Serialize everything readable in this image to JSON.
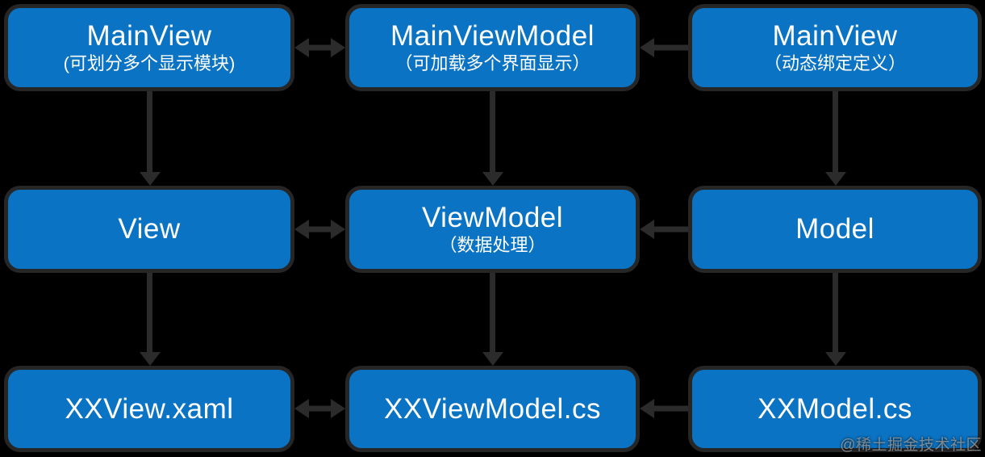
{
  "diagram": {
    "type": "architecture-flowchart",
    "topic": "MVVM",
    "watermark": "@稀土掘金技术社区",
    "colors": {
      "background": "#000000",
      "box_fill": "#0a73c4",
      "box_border": "#262626",
      "arrow": "#2b2b2b",
      "text": "#ffffff"
    },
    "nodes": [
      {
        "id": "mainview",
        "row": 1,
        "col": 1,
        "title": "MainView",
        "subtitle": "(可划分多个显示模块)"
      },
      {
        "id": "mainviewmodel",
        "row": 1,
        "col": 2,
        "title": "MainViewModel",
        "subtitle": "（可加载多个界面显示）"
      },
      {
        "id": "mainview-binding",
        "row": 1,
        "col": 3,
        "title": "MainView",
        "subtitle": "（动态绑定定义）"
      },
      {
        "id": "view",
        "row": 2,
        "col": 1,
        "title": "View",
        "subtitle": ""
      },
      {
        "id": "viewmodel",
        "row": 2,
        "col": 2,
        "title": "ViewModel",
        "subtitle": "（数据处理）"
      },
      {
        "id": "model",
        "row": 2,
        "col": 3,
        "title": "Model",
        "subtitle": ""
      },
      {
        "id": "xxview-xaml",
        "row": 3,
        "col": 1,
        "title": "XXView.xaml",
        "subtitle": ""
      },
      {
        "id": "xxviewmodel-cs",
        "row": 3,
        "col": 2,
        "title": "XXViewModel.cs",
        "subtitle": ""
      },
      {
        "id": "xxmodel-cs",
        "row": 3,
        "col": 3,
        "title": "XXModel.cs",
        "subtitle": ""
      }
    ],
    "edges": [
      {
        "from": "mainview",
        "to": "mainviewmodel",
        "type": "bidirectional-horizontal"
      },
      {
        "from": "mainview-binding",
        "to": "mainviewmodel",
        "type": "arrow-left"
      },
      {
        "from": "view",
        "to": "viewmodel",
        "type": "bidirectional-horizontal"
      },
      {
        "from": "model",
        "to": "viewmodel",
        "type": "arrow-left"
      },
      {
        "from": "xxview-xaml",
        "to": "xxviewmodel-cs",
        "type": "bidirectional-horizontal"
      },
      {
        "from": "xxmodel-cs",
        "to": "xxviewmodel-cs",
        "type": "arrow-left"
      },
      {
        "from": "mainview",
        "to": "view",
        "type": "arrow-down"
      },
      {
        "from": "mainviewmodel",
        "to": "viewmodel",
        "type": "arrow-down"
      },
      {
        "from": "mainview-binding",
        "to": "model",
        "type": "arrow-down"
      },
      {
        "from": "view",
        "to": "xxview-xaml",
        "type": "arrow-down"
      },
      {
        "from": "viewmodel",
        "to": "xxviewmodel-cs",
        "type": "arrow-down"
      },
      {
        "from": "model",
        "to": "xxmodel-cs",
        "type": "arrow-down"
      }
    ]
  }
}
